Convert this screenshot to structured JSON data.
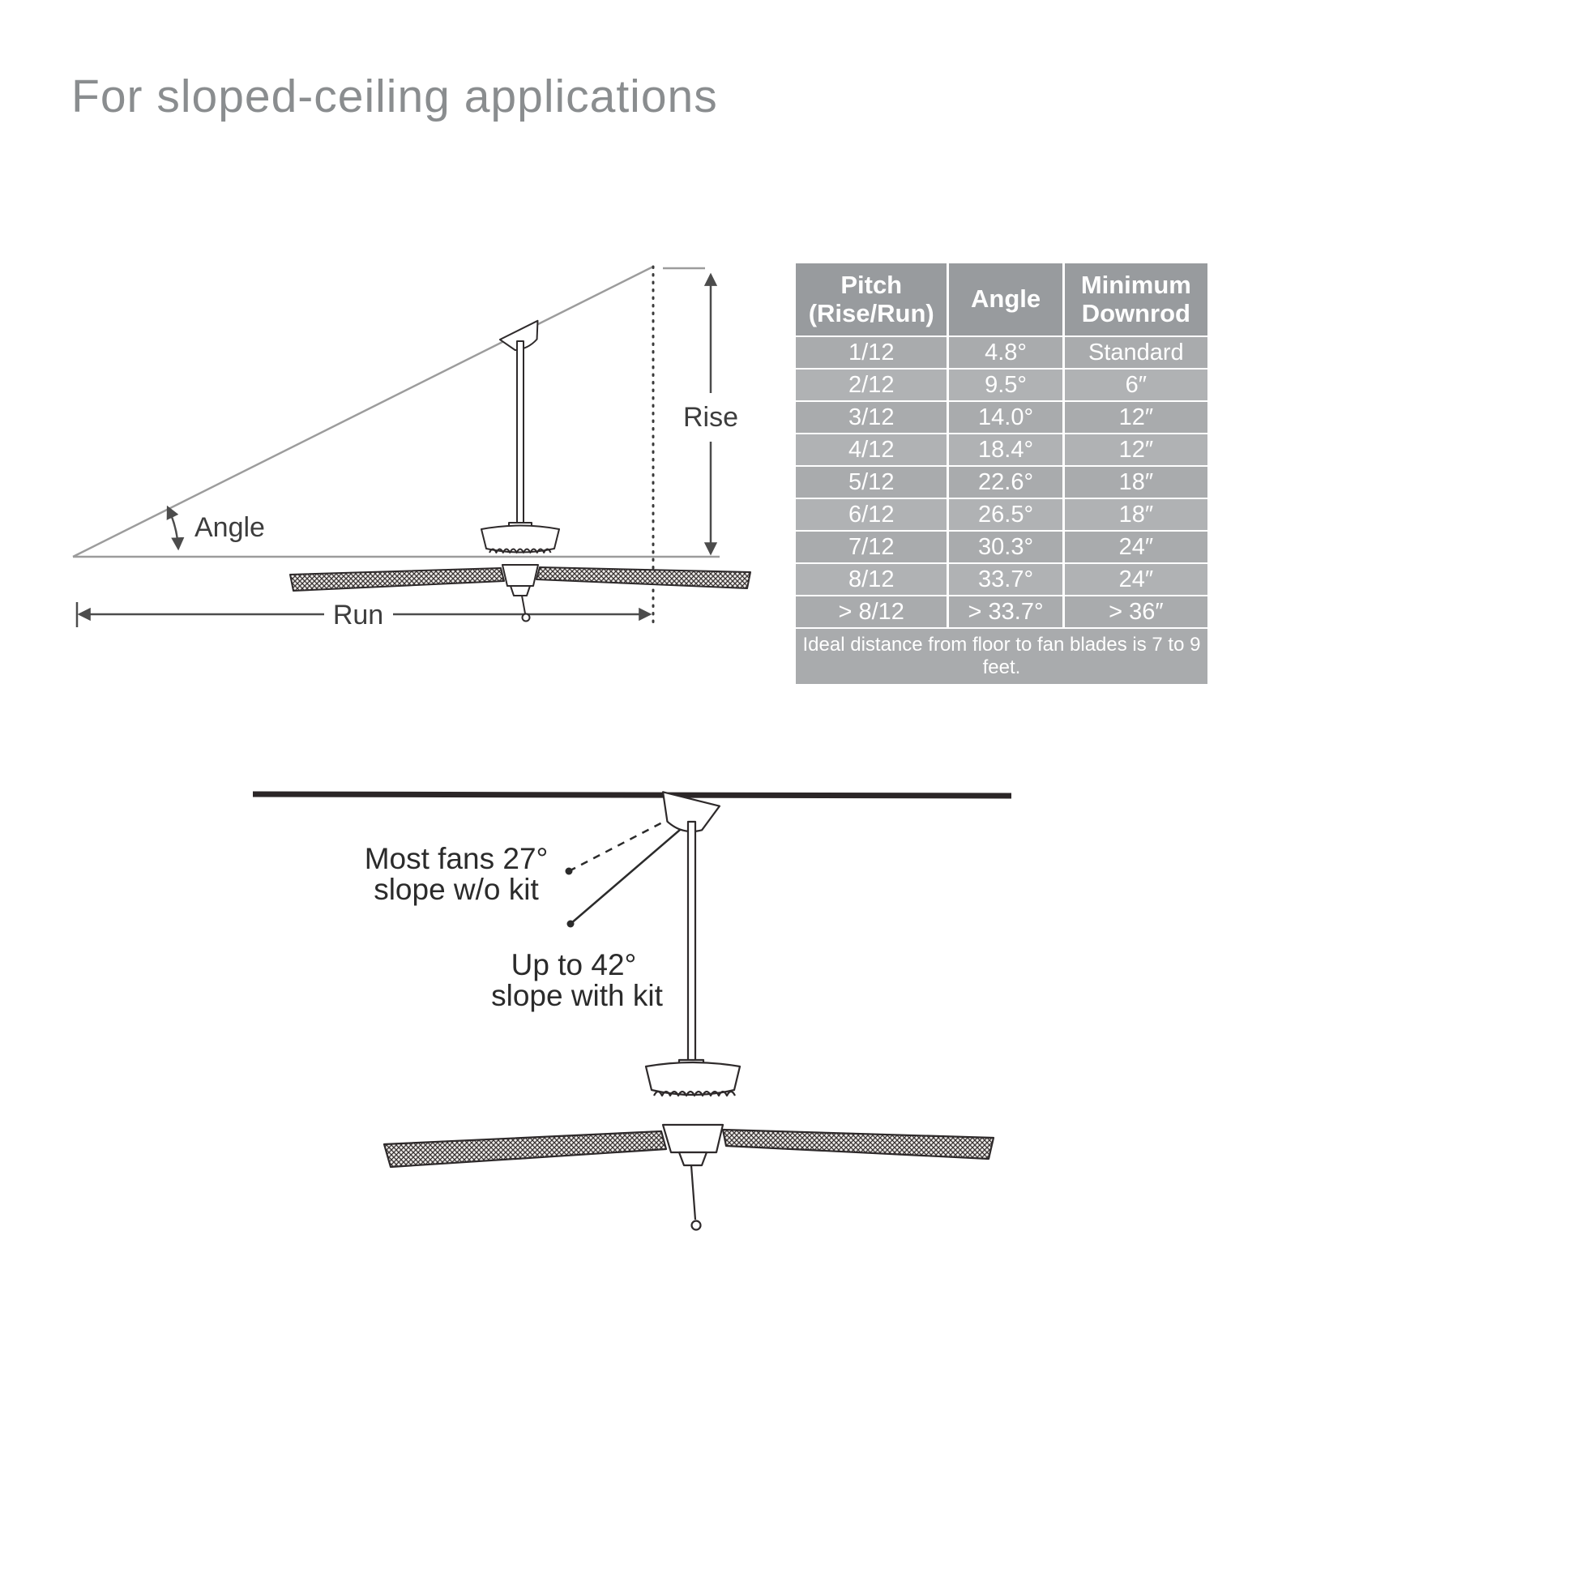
{
  "page": {
    "title": "For sloped-ceiling applications"
  },
  "top_diagram": {
    "rise_label": "Rise",
    "angle_label": "Angle",
    "run_label": "Run"
  },
  "table": {
    "headers": {
      "pitch_line1": "Pitch",
      "pitch_line2": "(Rise/Run)",
      "angle": "Angle",
      "downrod_line1": "Minimum",
      "downrod_line2": "Downrod"
    },
    "rows": [
      {
        "pitch": "1/12",
        "angle": "4.8°",
        "downrod": "Standard"
      },
      {
        "pitch": "2/12",
        "angle": "9.5°",
        "downrod": "6″"
      },
      {
        "pitch": "3/12",
        "angle": "14.0°",
        "downrod": "12″"
      },
      {
        "pitch": "4/12",
        "angle": "18.4°",
        "downrod": "12″"
      },
      {
        "pitch": "5/12",
        "angle": "22.6°",
        "downrod": "18″"
      },
      {
        "pitch": "6/12",
        "angle": "26.5°",
        "downrod": "18″"
      },
      {
        "pitch": "7/12",
        "angle": "30.3°",
        "downrod": "24″"
      },
      {
        "pitch": "8/12",
        "angle": "33.7°",
        "downrod": "24″"
      },
      {
        "pitch": "> 8/12",
        "angle": "> 33.7°",
        "downrod": "> 36″"
      }
    ],
    "footnote": "Ideal distance from floor to fan blades is 7 to 9 feet."
  },
  "bottom_diagram": {
    "no_kit_line1": "Most fans 27°",
    "no_kit_line2": "slope w/o kit",
    "kit_line1": "Up to 42°",
    "kit_line2": "slope with kit"
  },
  "colors": {
    "table_header_bg": "#989b9e",
    "table_row_bg": "#a9abad",
    "table_row_alt_bg": "#b0b2b4",
    "table_text": "#ffffff",
    "diagram_gray": "#9c9c9c",
    "ink": "#2b2b2b"
  }
}
